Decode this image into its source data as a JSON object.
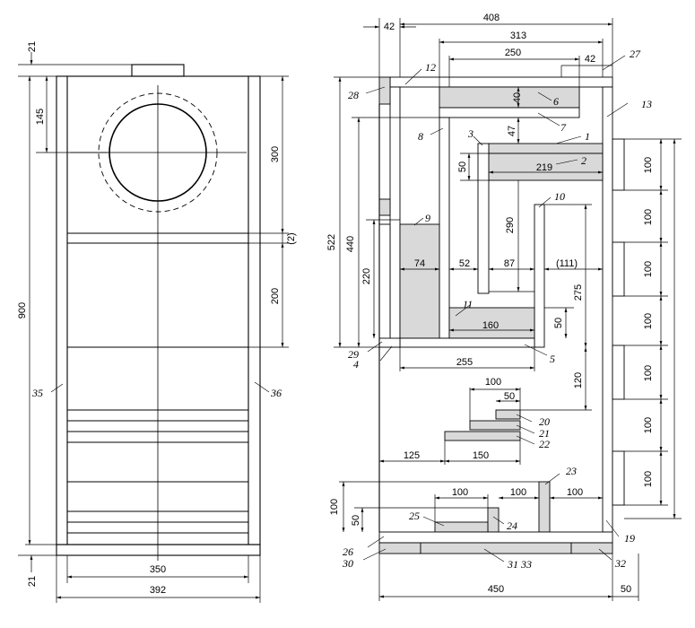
{
  "front_view": {
    "dims": {
      "top_gap": "21",
      "woofer_offset": "145",
      "height": "900",
      "top_section": "300",
      "gap_2": "(2)",
      "mid_section": "200",
      "bottom_gap": "21",
      "inner_width": "350",
      "outer_width": "392"
    },
    "parts": {
      "left_side": "35",
      "right_side": "36"
    }
  },
  "section_view": {
    "dims": {
      "d42_top": "42",
      "d408": "408",
      "d313": "313",
      "d250": "250",
      "d42_right": "42",
      "d40": "40",
      "d47": "47",
      "d50_a": "50",
      "d219": "219",
      "d522": "522",
      "d440": "440",
      "d220": "220",
      "d290": "290",
      "d74": "74",
      "d52": "52",
      "d87": "87",
      "d111": "(111)",
      "d275": "275",
      "d160": "160",
      "d50_b": "50",
      "d255": "255",
      "d120": "120",
      "d100_top": "100",
      "d50_step": "50",
      "d125": "125",
      "d150": "150",
      "d100_bl": "100",
      "d100_bm": "100",
      "d100_br": "100",
      "d100_left": "100",
      "d50_left": "50",
      "d450": "450",
      "d50_right": "50",
      "r1": "100",
      "r2": "100",
      "r3": "100",
      "r4": "100",
      "r5": "100",
      "r6": "100",
      "r7": "100"
    },
    "parts": {
      "p1": "1",
      "p2": "2",
      "p3": "3",
      "p4": "4",
      "p5": "5",
      "p6": "6",
      "p7": "7",
      "p8": "8",
      "p9": "9",
      "p10": "10",
      "p11": "11",
      "p12": "12",
      "p13": "13",
      "p19": "19",
      "p20": "20",
      "p21": "21",
      "p22": "22",
      "p23": "23",
      "p24": "24",
      "p25": "25",
      "p26": "26",
      "p27": "27",
      "p28": "28",
      "p29": "29",
      "p30": "30",
      "p31_33": "31 33",
      "p32": "32"
    }
  }
}
